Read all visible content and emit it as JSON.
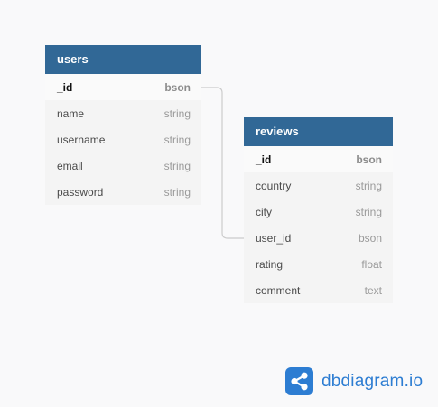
{
  "tables": [
    {
      "name": "users",
      "fields": [
        {
          "name": "_id",
          "type": "bson",
          "pk": true
        },
        {
          "name": "name",
          "type": "string"
        },
        {
          "name": "username",
          "type": "string"
        },
        {
          "name": "email",
          "type": "string"
        },
        {
          "name": "password",
          "type": "string"
        }
      ]
    },
    {
      "name": "reviews",
      "fields": [
        {
          "name": "_id",
          "type": "bson",
          "pk": true
        },
        {
          "name": "country",
          "type": "string"
        },
        {
          "name": "city",
          "type": "string"
        },
        {
          "name": "user_id",
          "type": "bson"
        },
        {
          "name": "rating",
          "type": "float"
        },
        {
          "name": "comment",
          "type": "text"
        }
      ]
    }
  ],
  "relationships": [
    {
      "from": "users._id",
      "to": "reviews.user_id"
    }
  ],
  "brand": {
    "name": "dbdiagram.io",
    "icon": "share-nodes-icon",
    "color": "#2d7dd2"
  },
  "colors": {
    "header": "#316896",
    "canvas": "#f9f9fa",
    "connector": "#cccccc"
  }
}
